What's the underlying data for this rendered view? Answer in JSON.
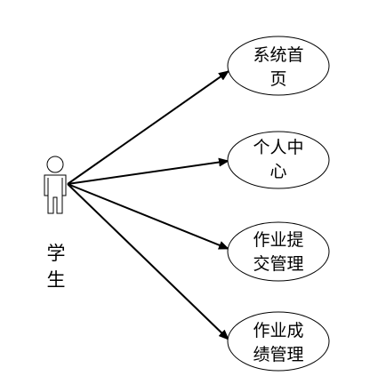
{
  "actor": {
    "label_line1": "学",
    "label_line2": "生"
  },
  "use_cases": [
    {
      "line1": "系统首",
      "line2": "页"
    },
    {
      "line1": "个人中",
      "line2": "心"
    },
    {
      "line1": "作业提",
      "line2": "交管理"
    },
    {
      "line1": "作业成",
      "line2": "绩管理"
    }
  ],
  "colors": {
    "stroke": "#000000",
    "background": "#ffffff"
  }
}
